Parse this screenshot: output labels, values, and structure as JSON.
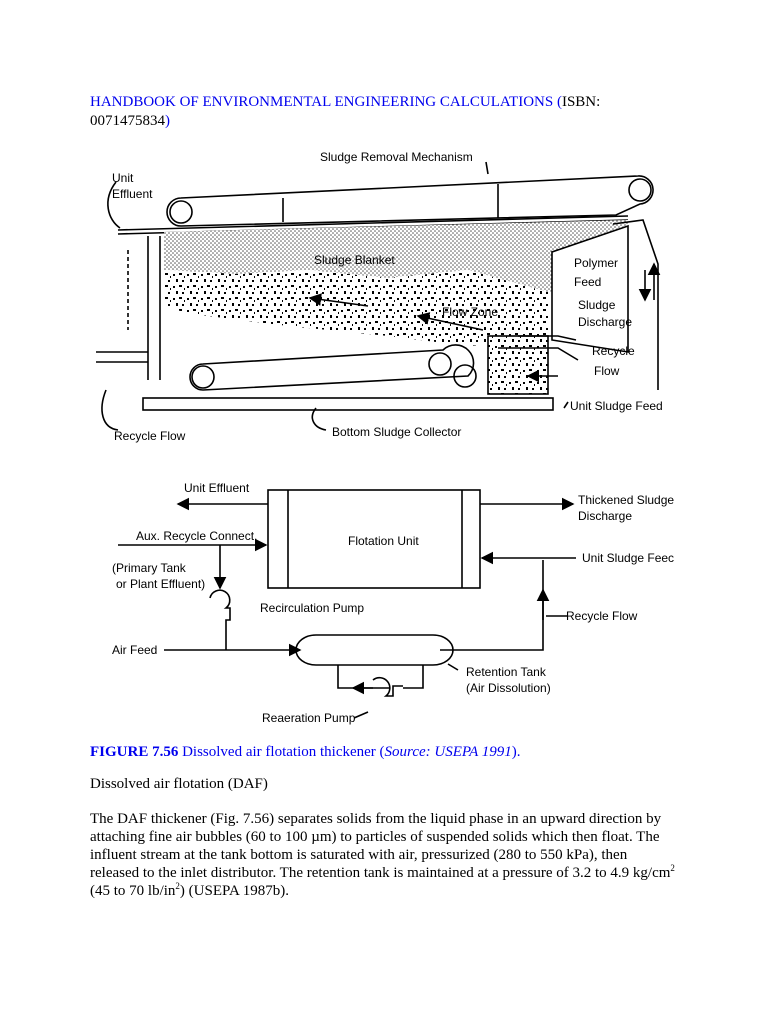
{
  "header": {
    "title": "HANDBOOK OF ENVIRONMENTAL ENGINEERING CALCULATIONS",
    "open_paren": "(",
    "isbn_label": "ISBN:",
    "isbn": "0071475834",
    "close_paren": ")"
  },
  "figure": {
    "top_labels": {
      "sludge_removal": "Sludge Removal Mechanism",
      "unit": "Unit",
      "effluent": "Effluent",
      "sludge_blanket": "Sludge Blanket",
      "polymer": "Polymer",
      "feed": "Feed",
      "sludge": "Sludge",
      "discharge": "Discharge",
      "flow_zone": "Flow Zone",
      "recycle": "Recycle",
      "flow": "Flow",
      "unit_sludge_feed": "Unit Sludge Feed",
      "recycle_flow": "Recycle Flow",
      "bottom_collector": "Bottom Sludge Collector"
    },
    "bottom_labels": {
      "unit_effluent": "Unit Effluent",
      "thickened_1": "Thickened Sludge",
      "thickened_2": "Discharge",
      "aux_recycle": "Aux. Recycle Connect.",
      "flotation_unit": "Flotation Unit",
      "unit_sludge_feed": "Unit Sludge Feec",
      "primary_1": "(Primary Tank",
      "primary_2": "or Plant Effluent)",
      "recirc_pump": "Recirculation Pump",
      "recycle_flow": "Recycle Flow",
      "air_feed": "Air Feed",
      "retention_1": "Retention Tank",
      "retention_2": "(Air Dissolution)",
      "reaeration": "Reaeration Pump"
    }
  },
  "caption": {
    "figure_no": "FIGURE 7.56",
    "text": "Dissolved air flotation thickener (",
    "source": "Source: USEPA 1991",
    "end": ")."
  },
  "subheading": "Dissolved air flotation (DAF)",
  "paragraph": {
    "part1": "The DAF thickener (Fig. 7.56) separates solids from the liquid phase in an upward direction by attaching fine air bubbles (60 to 100 µm) to particles of suspended solids which then float. The influent stream at the tank bottom is saturated with air, pressurized (280 to 550 kPa), then released to the inlet distributor. The retention tank is maintained at a pressure of 3.2 to 4.9 kg/cm",
    "sup1": "2",
    "part2": " (45 to 70 lb/in",
    "sup2": "2",
    "part3": ") (USEPA 1987b)."
  }
}
